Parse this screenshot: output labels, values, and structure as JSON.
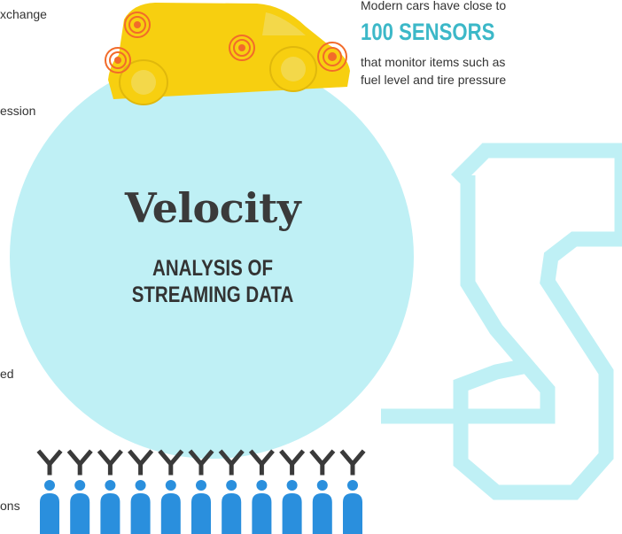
{
  "fragments": {
    "exchange": "xchange",
    "ession": "ession",
    "ed": "ed",
    "ons": "ons"
  },
  "sensor": {
    "line1": "Modern cars have close to",
    "highlight": "100 SENSORS",
    "line2": "that monitor items such as",
    "line3": "fuel level and tire pressure"
  },
  "main": {
    "title": "Velocity",
    "subtitle_line1": "ANALYSIS OF",
    "subtitle_line2": "STREAMING DATA"
  },
  "people": {
    "count": 11
  },
  "colors": {
    "circle": "#bff0f5",
    "car": "#f7cf10",
    "sensor_ring": "#f26b2a",
    "people": "#2a8fdd",
    "antenna": "#3a3a3a",
    "accent_text": "#3cb8c8"
  }
}
